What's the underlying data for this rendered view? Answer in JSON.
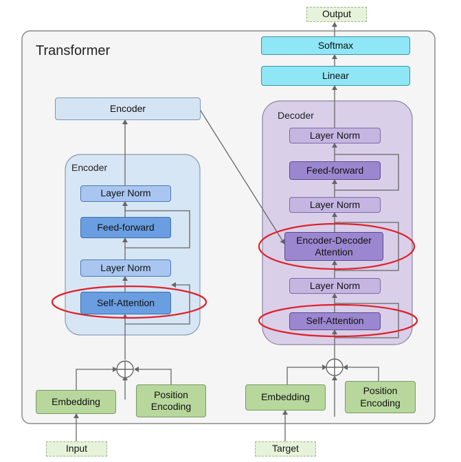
{
  "title": "Transformer",
  "output_label": "Output",
  "softmax_label": "Softmax",
  "linear_label": "Linear",
  "encoder_output_label": "Encoder",
  "encoder": {
    "title": "Encoder",
    "layer_norm_top": "Layer Norm",
    "feed_forward": "Feed-forward",
    "layer_norm_bottom": "Layer Norm",
    "self_attention": "Self-Attention"
  },
  "decoder": {
    "title": "Decoder",
    "layer_norm_top": "Layer Norm",
    "feed_forward": "Feed-forward",
    "layer_norm_middle": "Layer Norm",
    "enc_dec_attention_line1": "Encoder-Decoder",
    "enc_dec_attention_line2": "Attention",
    "layer_norm_bottom": "Layer Norm",
    "self_attention": "Self-Attention"
  },
  "left_inputs": {
    "embedding": "Embedding",
    "position_line1": "Position",
    "position_line2": "Encoding",
    "input_label": "Input"
  },
  "right_inputs": {
    "embedding": "Embedding",
    "position_line1": "Position",
    "position_line2": "Encoding",
    "target_label": "Target"
  },
  "colors": {
    "highlight_ellipse": "#e0202a",
    "encoder_panel": "#d7e6f5",
    "decoder_panel": "#d9cfe9",
    "arrow": "#666666"
  }
}
